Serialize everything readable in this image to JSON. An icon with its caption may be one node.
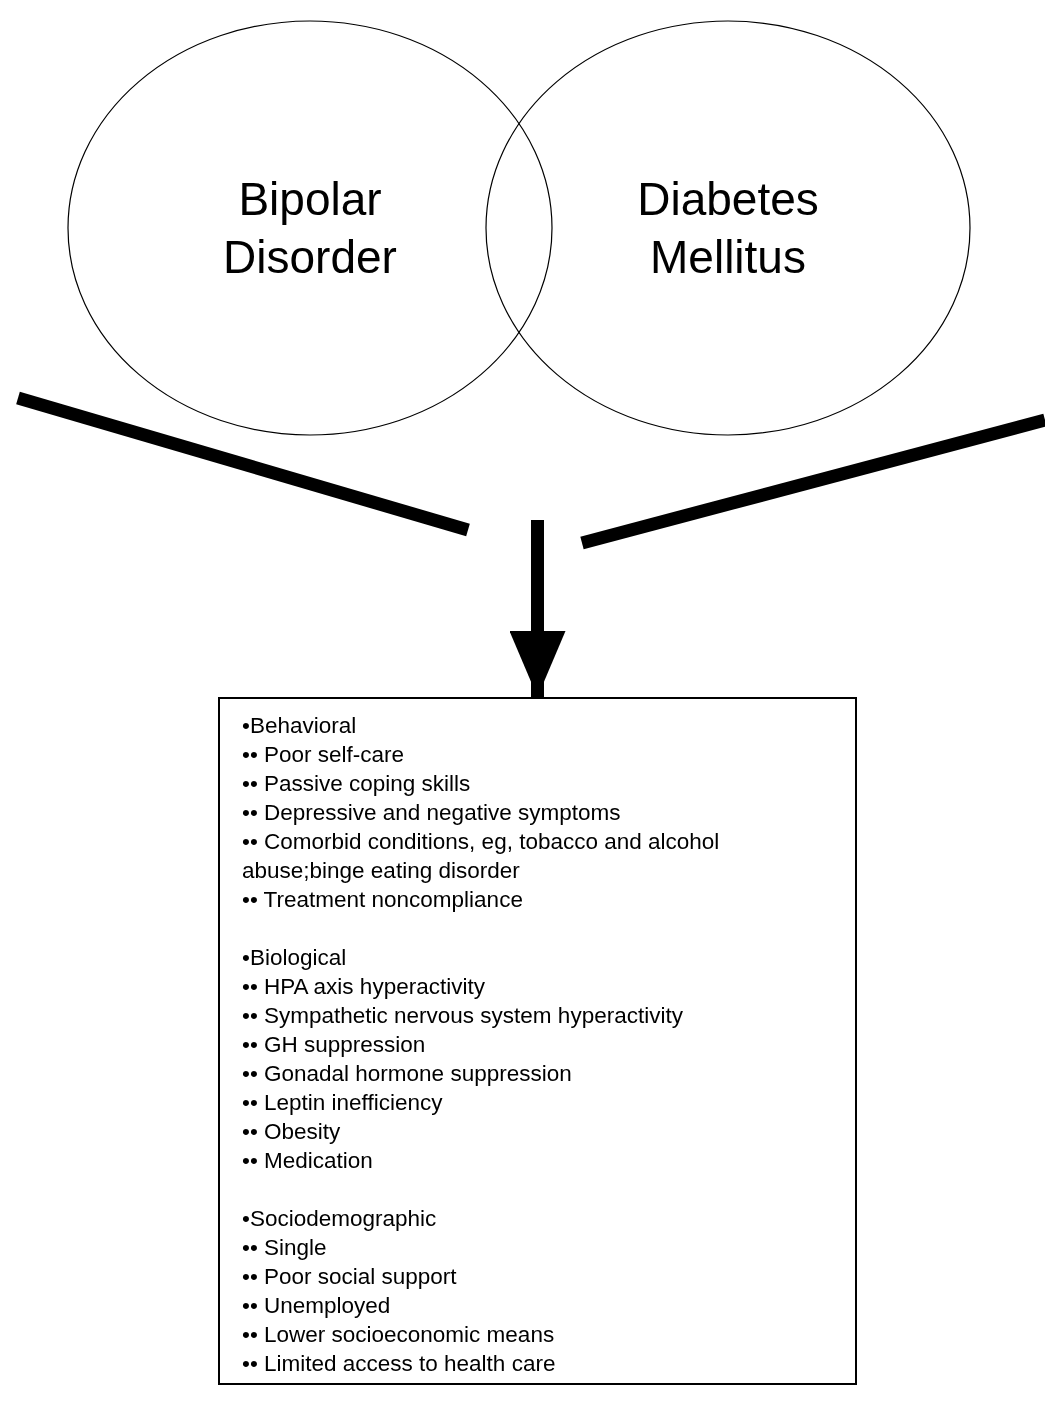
{
  "diagram": {
    "nodes": [
      {
        "text": [
          "Bipolar Disorder"
        ]
      },
      {
        "text": [
          "Diabetes Mellitus"
        ]
      },
      {
        "text": [
          "•Behavioral",
          "•• Poor self-care",
          "•• Passive coping skills",
          "•• Depressive and negative symptoms",
          "•• Comorbid conditions, eg, tobacco and alcohol abuse;binge eating disorder",
          "•• Treatment noncompliance",
          "•Biological",
          "•• HPA axis hyperactivity",
          "•• Sympathetic nervous system hyperactivity",
          "•• GH suppression",
          "•• Gonadal hormone suppression",
          "•• Leptin inefficiency",
          "•• Obesity",
          "•• Medication",
          "•Sociodemographic",
          "•• Single",
          "•• Poor social support",
          "•• Unemployed",
          "•• Lower socioeconomic means",
          "•• Limited access to health care"
        ]
      }
    ],
    "edges": [
      {
        "from": null,
        "to": 2,
        "arrow": "to"
      }
    ]
  }
}
